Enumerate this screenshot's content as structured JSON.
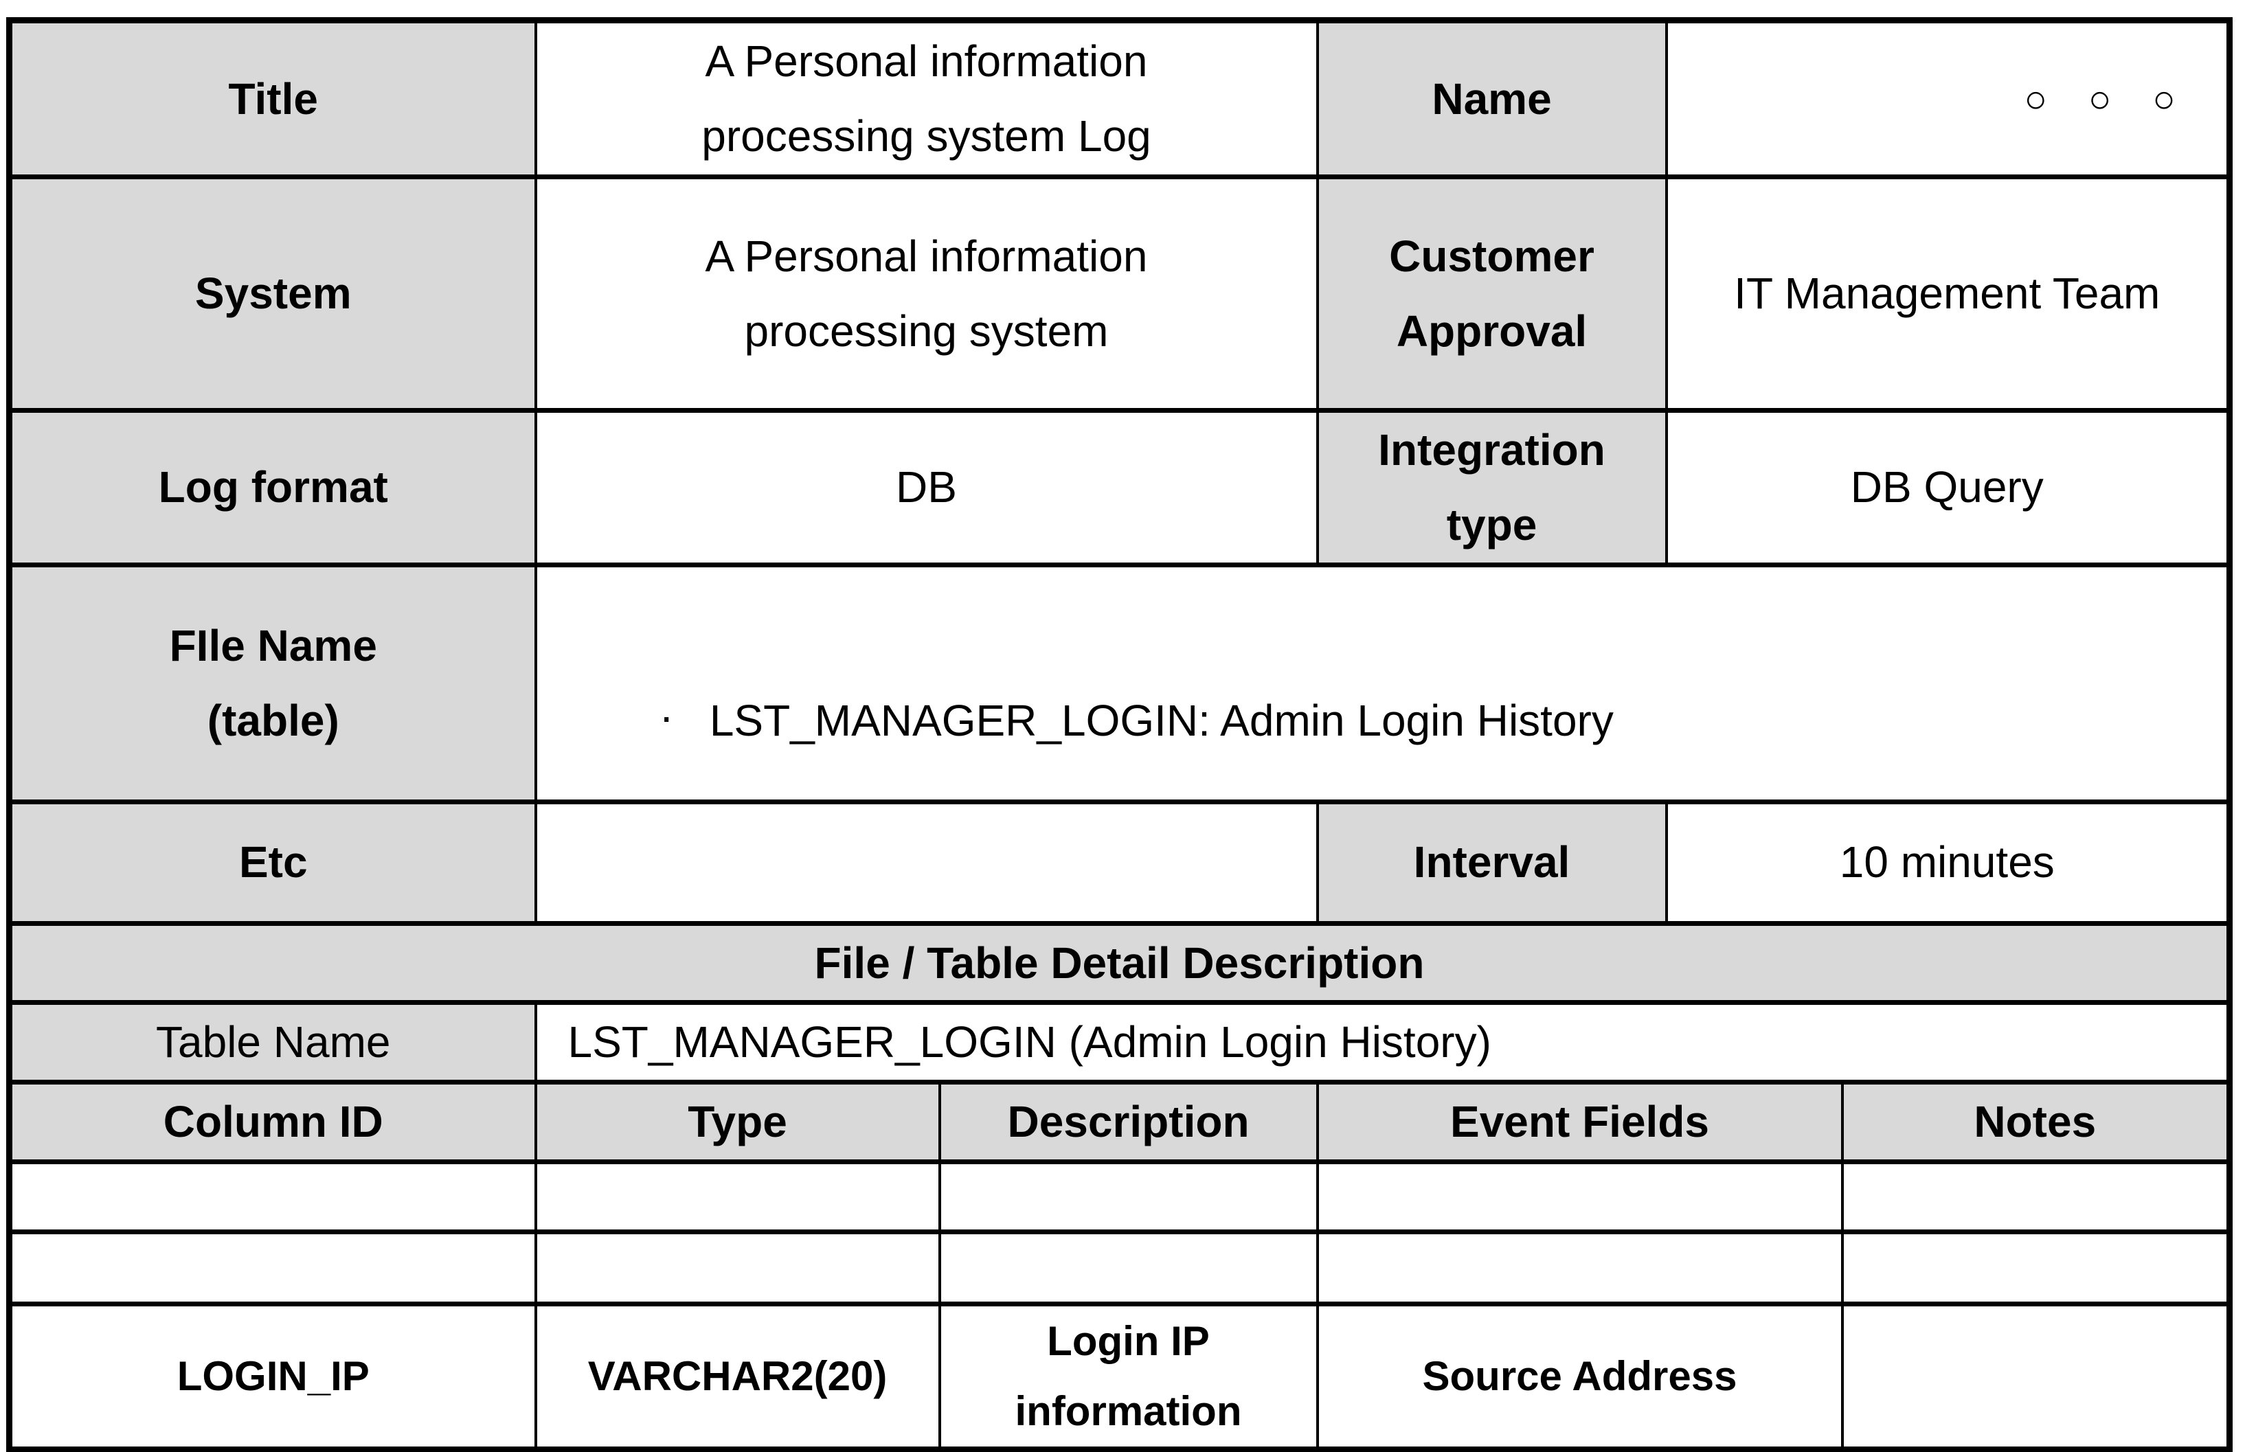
{
  "doc": {
    "shade_color": "#d9d9d9",
    "border_color": "#000000",
    "background_color": "#ffffff"
  },
  "spec": {
    "title": {
      "label": "Title",
      "value": "A Personal information\nprocessing system Log"
    },
    "name": {
      "label": "Name",
      "value": "○ ○ ○"
    },
    "system": {
      "label": "System",
      "value": "A Personal information\nprocessing system"
    },
    "customer_approval": {
      "label": "Customer\nApproval",
      "value": "IT Management Team"
    },
    "log_format": {
      "label": "Log format",
      "value": "DB"
    },
    "integration_type": {
      "label": "Integration\ntype",
      "value": "DB Query"
    },
    "file_name": {
      "label": "FIle Name\n(table)",
      "bullet": "·",
      "value": "LST_MANAGER_LOGIN: Admin Login History"
    },
    "etc": {
      "label": "Etc",
      "value": ""
    },
    "interval": {
      "label": "Interval",
      "value": "10 minutes"
    }
  },
  "detail": {
    "section_title": "File / Table Detail Description",
    "table_name": {
      "label": "Table Name",
      "value": "LST_MANAGER_LOGIN (Admin Login History)"
    },
    "columns": [
      "Column ID",
      "Type",
      "Description",
      "Event Fields",
      "Notes"
    ],
    "rows": [
      {
        "column_id": "",
        "type": "",
        "description": "",
        "event_fields": "",
        "notes": ""
      },
      {
        "column_id": "",
        "type": "",
        "description": "",
        "event_fields": "",
        "notes": ""
      },
      {
        "column_id": "LOGIN_IP",
        "type": "VARCHAR2(20)",
        "description": "Login IP\ninformation",
        "event_fields": "Source Address",
        "notes": ""
      }
    ]
  }
}
